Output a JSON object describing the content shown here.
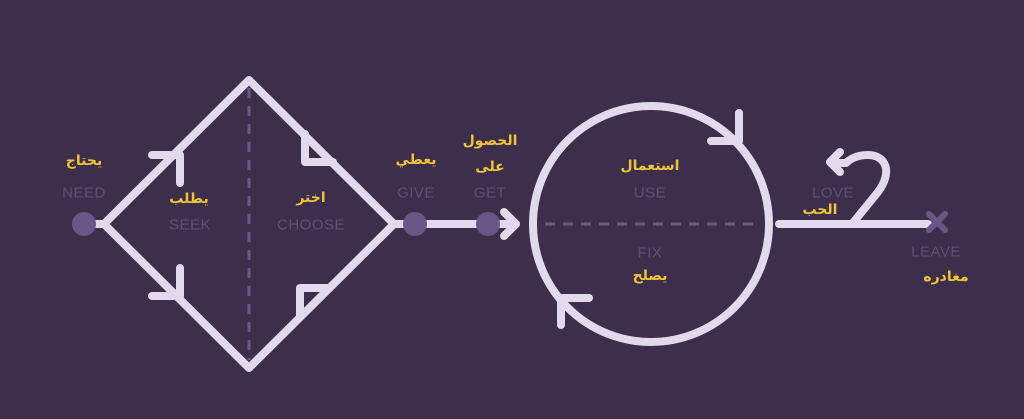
{
  "colors": {
    "background": "#3d2f4b",
    "stroke": "#e2d9ec",
    "dot": "#6a5787",
    "dashed": "#6a5787",
    "label_en": "#5f4f77",
    "label_ar": "#f0c43a",
    "leave_x": "#6a5787"
  },
  "stages": {
    "need": {
      "en": "NEED",
      "ar": "يحتاج"
    },
    "seek": {
      "en": "SEEK",
      "ar": "يطلب"
    },
    "choose": {
      "en": "CHOOSE",
      "ar": "اختر"
    },
    "give": {
      "en": "GIVE",
      "ar": "يعطي"
    },
    "get": {
      "en": "GET",
      "ar_line1": "الحصول",
      "ar_line2": "على"
    },
    "use": {
      "en": "USE",
      "ar": "استعمال"
    },
    "fix": {
      "en": "FIX",
      "ar": "يصلح"
    },
    "love": {
      "en": "LOVE",
      "ar": "الحب"
    },
    "leave": {
      "en": "LEAVE",
      "ar": "مغادره"
    }
  }
}
